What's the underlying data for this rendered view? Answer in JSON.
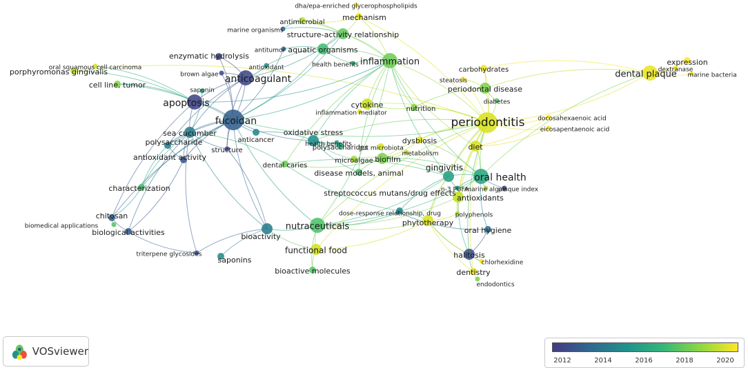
{
  "app": {
    "logo_text": "VOSviewer"
  },
  "legend": {
    "ticks": [
      "2012",
      "2014",
      "2016",
      "2018",
      "2020"
    ]
  },
  "colors": {
    "2012": "#443a83",
    "2013": "#3b528b",
    "2014": "#31688e",
    "2015": "#21918c",
    "2016": "#2fb47c",
    "2017": "#5ec962",
    "2018": "#93d741",
    "2019": "#c8e020",
    "2020": "#fde725",
    "link": "#b8c8d8"
  },
  "nodes": [
    {
      "id": "periodontitis",
      "label": "periodontitis",
      "year": 2019.3,
      "weight": 5
    },
    {
      "id": "fucoidan",
      "label": "fucoidan",
      "year": 2013.7,
      "weight": 5
    },
    {
      "id": "anticoagulant",
      "label": "anticoagulant",
      "year": 2012.6,
      "weight": 4
    },
    {
      "id": "apoptosis",
      "label": "apoptosis",
      "year": 2012.5,
      "weight": 4
    },
    {
      "id": "inflammation",
      "label": "inflammation",
      "year": 2017.3,
      "weight": 4
    },
    {
      "id": "oral_health",
      "label": "oral health",
      "year": 2015.6,
      "weight": 4
    },
    {
      "id": "nutraceuticals",
      "label": "nutraceuticals",
      "year": 2016.7,
      "weight": 4
    },
    {
      "id": "dental_plaque",
      "label": "dental plaque",
      "year": 2019.6,
      "weight": 4
    },
    {
      "id": "gingivitis",
      "label": "gingivitis",
      "year": 2015.4,
      "weight": 3
    },
    {
      "id": "bioactivity",
      "label": "bioactivity",
      "year": 2014.5,
      "weight": 3
    },
    {
      "id": "sea_cucumber",
      "label": "sea cucumber",
      "year": 2014.5,
      "weight": 3
    },
    {
      "id": "structure_activity",
      "label": "structure-activity relationship",
      "year": 2017.1,
      "weight": 3
    },
    {
      "id": "aquatic_organisms",
      "label": "aquatic organisms",
      "year": 2016.4,
      "weight": 3
    },
    {
      "id": "periodontal_disease",
      "label": "periodontal disease",
      "year": 2017.6,
      "weight": 3
    },
    {
      "id": "oxidative_stress",
      "label": "oxidative stress",
      "year": 2015.0,
      "weight": 3
    },
    {
      "id": "functional_food",
      "label": "functional food",
      "year": 2019.2,
      "weight": 3
    },
    {
      "id": "biofilm",
      "label": "biofilm",
      "year": 2017.6,
      "weight": 3
    },
    {
      "id": "cytokine",
      "label": "cytokine",
      "year": 2019.0,
      "weight": 3
    },
    {
      "id": "phytotherapy",
      "label": "phytotherapy",
      "year": 2019.4,
      "weight": 3
    },
    {
      "id": "antioxidants",
      "label": "antioxidants",
      "year": 2018.9,
      "weight": 3
    },
    {
      "id": "halitosis",
      "label": "halitosis",
      "year": 2012.9,
      "weight": 3
    },
    {
      "id": "diet",
      "label": "diet",
      "year": 2019.3,
      "weight": 3
    },
    {
      "id": "polysaccharide",
      "label": "polysaccharide",
      "year": 2014.6,
      "weight": 2
    },
    {
      "id": "antioxidant_activity",
      "label": "antioxidant activity",
      "year": 2013.2,
      "weight": 2
    },
    {
      "id": "mechanism",
      "label": "mechanism",
      "year": 2019.7,
      "weight": 2
    },
    {
      "id": "enzymatic_hydrolysis",
      "label": "enzymatic hydrolysis",
      "year": 2012.5,
      "weight": 2
    },
    {
      "id": "antimicrobial",
      "label": "antimicrobial",
      "year": 2018.5,
      "weight": 2
    },
    {
      "id": "carbohydrates",
      "label": "carbohydrates",
      "year": 2019.8,
      "weight": 2
    },
    {
      "id": "expression",
      "label": "expression",
      "year": 2020.0,
      "weight": 2
    },
    {
      "id": "chitosan",
      "label": "chitosan",
      "year": 2013.8,
      "weight": 2
    },
    {
      "id": "biological_activities",
      "label": "biological activities",
      "year": 2013.5,
      "weight": 2
    },
    {
      "id": "characterization",
      "label": "characterization",
      "year": 2016.5,
      "weight": 2
    },
    {
      "id": "anticancer",
      "label": "anticancer",
      "year": 2014.8,
      "weight": 2
    },
    {
      "id": "dysbiosis",
      "label": "dysbiosis",
      "year": 2019.6,
      "weight": 2
    },
    {
      "id": "polysaccharides",
      "label": "polysaccharides",
      "year": 2015.8,
      "weight": 2
    },
    {
      "id": "disease_models",
      "label": "disease models, animal",
      "year": 2016.6,
      "weight": 2
    },
    {
      "id": "microalgae",
      "label": "microalgae",
      "year": 2018.2,
      "weight": 2
    },
    {
      "id": "gut_microbiota",
      "label": "gut microbiota",
      "year": 2019.3,
      "weight": 2
    },
    {
      "id": "nutrition",
      "label": "nutrition",
      "year": 2017.6,
      "weight": 2
    },
    {
      "id": "dentistry",
      "label": "dentistry",
      "year": 2019.6,
      "weight": 2
    },
    {
      "id": "saponins",
      "label": "saponins",
      "year": 2014.9,
      "weight": 2
    },
    {
      "id": "oral_hygiene",
      "label": "oral hygiene",
      "year": 2014.2,
      "weight": 2
    },
    {
      "id": "streptococcus",
      "label": "streptococcus mutans/drug effects",
      "year": 2014.8,
      "weight": 2
    },
    {
      "id": "dental_caries",
      "label": "dental caries",
      "year": 2017.3,
      "weight": 2
    },
    {
      "id": "cell_line_tumor",
      "label": "cell line, tumor",
      "year": 2017.8,
      "weight": 2
    },
    {
      "id": "porphyromonas",
      "label": "porphyromonas gingivalis",
      "year": 2019.0,
      "weight": 2
    },
    {
      "id": "bioactive_molecules",
      "label": "bioactive molecules",
      "year": 2016.8,
      "weight": 2
    },
    {
      "id": "structure",
      "label": "structure",
      "year": 2012.6,
      "weight": 1
    },
    {
      "id": "dha_epa",
      "label": "dha/epa-enriched glycerophospholipids",
      "year": 2019.8,
      "weight": 1
    },
    {
      "id": "marine_organisms",
      "label": "marine organisms",
      "year": 2013.8,
      "weight": 1
    },
    {
      "id": "antitumor",
      "label": "antitumor",
      "year": 2013.9,
      "weight": 1
    },
    {
      "id": "antioxidant",
      "label": "antioxidant",
      "year": 2015.0,
      "weight": 1
    },
    {
      "id": "health_benefits_top",
      "label": "health benefits",
      "year": 2016.0,
      "weight": 1
    },
    {
      "id": "brown_algae",
      "label": "brown algae",
      "year": 2012.8,
      "weight": 1
    },
    {
      "id": "saponin",
      "label": "saponin",
      "year": 2015.6,
      "weight": 1
    },
    {
      "id": "oral_scc",
      "label": "oral squamous cell carcinoma",
      "year": 2019.2,
      "weight": 1
    },
    {
      "id": "steatosis",
      "label": "steatosis",
      "year": 2019.9,
      "weight": 1
    },
    {
      "id": "diabetes",
      "label": "diabetes",
      "year": 2016.9,
      "weight": 1
    },
    {
      "id": "inflammation_mediator",
      "label": "inflammation mediator",
      "year": 2019.5,
      "weight": 1
    },
    {
      "id": "dha",
      "label": "docosahexaenoic acid",
      "year": 2019.9,
      "weight": 1
    },
    {
      "id": "epa",
      "label": "eicosapentaenoic acid",
      "year": 2019.8,
      "weight": 1
    },
    {
      "id": "dextranase",
      "label": "dextranase",
      "year": 2020.0,
      "weight": 1
    },
    {
      "id": "marine_bacteria",
      "label": "marine bacteria",
      "year": 2019.9,
      "weight": 1
    },
    {
      "id": "health_benefits_mid",
      "label": "health benefits",
      "year": 2015.4,
      "weight": 1
    },
    {
      "id": "metabolism",
      "label": "metabolism",
      "year": 2018.7,
      "weight": 1
    },
    {
      "id": "n3_pufa",
      "label": "n-3 PUFA",
      "year": 2015.3,
      "weight": 1
    },
    {
      "id": "marine_algae",
      "label": "marine algae",
      "year": 2018.3,
      "weight": 1
    },
    {
      "id": "plaque_index",
      "label": "plaque index",
      "year": 2012.7,
      "weight": 1
    },
    {
      "id": "polyphenols",
      "label": "polyphenols",
      "year": 2018.6,
      "weight": 1
    },
    {
      "id": "dose_response",
      "label": "dose-response relationship, drug",
      "year": 2014.6,
      "weight": 1
    },
    {
      "id": "biomedical_applications",
      "label": "biomedical applications",
      "year": 2016.8,
      "weight": 1
    },
    {
      "id": "triterpene_glycosides",
      "label": "triterpene glycosides",
      "year": 2013.0,
      "weight": 1
    },
    {
      "id": "chlorhexidine",
      "label": "chlorhexidine",
      "year": 2019.9,
      "weight": 1
    },
    {
      "id": "endodontics",
      "label": "endodontics",
      "year": 2017.6,
      "weight": 1
    }
  ],
  "edges": [
    [
      "periodontitis",
      "oral_health"
    ],
    [
      "periodontitis",
      "gingivitis"
    ],
    [
      "periodontitis",
      "periodontal_disease"
    ],
    [
      "periodontitis",
      "diet"
    ],
    [
      "periodontitis",
      "inflammation"
    ],
    [
      "periodontitis",
      "dental_plaque"
    ],
    [
      "periodontitis",
      "antioxidants"
    ],
    [
      "periodontitis",
      "phytotherapy"
    ],
    [
      "periodontitis",
      "nutraceuticals"
    ],
    [
      "periodontitis",
      "cytokine"
    ],
    [
      "periodontitis",
      "carbohydrates"
    ],
    [
      "periodontitis",
      "dha"
    ],
    [
      "periodontitis",
      "epa"
    ],
    [
      "periodontitis",
      "functional_food"
    ],
    [
      "periodontitis",
      "dysbiosis"
    ],
    [
      "periodontitis",
      "nutrition"
    ],
    [
      "periodontitis",
      "halitosis"
    ],
    [
      "periodontitis",
      "biofilm"
    ],
    [
      "periodontitis",
      "mechanism"
    ],
    [
      "periodontitis",
      "porphyromonas"
    ],
    [
      "periodontitis",
      "diabetes"
    ],
    [
      "periodontitis",
      "steatosis"
    ],
    [
      "periodontitis",
      "oxidative_stress"
    ],
    [
      "periodontitis",
      "dentistry"
    ],
    [
      "periodontitis",
      "polyphenols"
    ],
    [
      "dental_plaque",
      "expression"
    ],
    [
      "dental_plaque",
      "dextranase"
    ],
    [
      "dental_plaque",
      "marine_bacteria"
    ],
    [
      "dental_plaque",
      "oral_health"
    ],
    [
      "dental_plaque",
      "periodontal_disease"
    ],
    [
      "dental_plaque",
      "carbohydrates"
    ],
    [
      "fucoidan",
      "anticoagulant"
    ],
    [
      "fucoidan",
      "apoptosis"
    ],
    [
      "fucoidan",
      "sea_cucumber"
    ],
    [
      "fucoidan",
      "polysaccharide"
    ],
    [
      "fucoidan",
      "structure"
    ],
    [
      "fucoidan",
      "anticancer"
    ],
    [
      "fucoidan",
      "antioxidant_activity"
    ],
    [
      "fucoidan",
      "bioactivity"
    ],
    [
      "fucoidan",
      "aquatic_organisms"
    ],
    [
      "fucoidan",
      "inflammation"
    ],
    [
      "fucoidan",
      "oxidative_stress"
    ],
    [
      "fucoidan",
      "enzymatic_hydrolysis"
    ],
    [
      "fucoidan",
      "brown_algae"
    ],
    [
      "fucoidan",
      "structure_activity"
    ],
    [
      "fucoidan",
      "antitumor"
    ],
    [
      "fucoidan",
      "periodontitis"
    ],
    [
      "fucoidan",
      "nutraceuticals"
    ],
    [
      "fucoidan",
      "cell_line_tumor"
    ],
    [
      "fucoidan",
      "characterization"
    ],
    [
      "fucoidan",
      "chitosan"
    ],
    [
      "anticoagulant",
      "apoptosis"
    ],
    [
      "anticoagulant",
      "sea_cucumber"
    ],
    [
      "anticoagulant",
      "structure_activity"
    ],
    [
      "anticoagulant",
      "enzymatic_hydrolysis"
    ],
    [
      "anticoagulant",
      "polysaccharide"
    ],
    [
      "anticoagulant",
      "antioxidant"
    ],
    [
      "anticoagulant",
      "brown_algae"
    ],
    [
      "anticoagulant",
      "structure"
    ],
    [
      "apoptosis",
      "sea_cucumber"
    ],
    [
      "apoptosis",
      "cell_line_tumor"
    ],
    [
      "apoptosis",
      "porphyromonas"
    ],
    [
      "apoptosis",
      "inflammation"
    ],
    [
      "apoptosis",
      "oral_scc"
    ],
    [
      "apoptosis",
      "chitosan"
    ],
    [
      "sea_cucumber",
      "polysaccharide"
    ],
    [
      "sea_cucumber",
      "antioxidant_activity"
    ],
    [
      "sea_cucumber",
      "saponin"
    ],
    [
      "sea_cucumber",
      "characterization"
    ],
    [
      "sea_cucumber",
      "bioactivity"
    ],
    [
      "sea_cucumber",
      "biological_activities"
    ],
    [
      "sea_cucumber",
      "triterpene_glycosides"
    ],
    [
      "sea_cucumber",
      "structure"
    ],
    [
      "chitosan",
      "characterization"
    ],
    [
      "chitosan",
      "biological_activities"
    ],
    [
      "chitosan",
      "biomedical_applications"
    ],
    [
      "biological_activities",
      "triterpene_glycosides"
    ],
    [
      "biological_activities",
      "antioxidant_activity"
    ],
    [
      "bioactivity",
      "nutraceuticals"
    ],
    [
      "bioactivity",
      "saponins"
    ],
    [
      "bioactivity",
      "triterpene_glycosides"
    ],
    [
      "bioactivity",
      "functional_food"
    ],
    [
      "bioactivity",
      "structure"
    ],
    [
      "nutraceuticals",
      "functional_food"
    ],
    [
      "nutraceuticals",
      "oral_health"
    ],
    [
      "nutraceuticals",
      "bioactive_molecules"
    ],
    [
      "nutraceuticals",
      "phytotherapy"
    ],
    [
      "nutraceuticals",
      "antioxidants"
    ],
    [
      "nutraceuticals",
      "inflammation"
    ],
    [
      "nutraceuticals",
      "dose_response"
    ],
    [
      "nutraceuticals",
      "gingivitis"
    ],
    [
      "inflammation",
      "structure_activity"
    ],
    [
      "inflammation",
      "aquatic_organisms"
    ],
    [
      "inflammation",
      "cytokine"
    ],
    [
      "inflammation",
      "oxidative_stress"
    ],
    [
      "inflammation",
      "oral_health"
    ],
    [
      "inflammation",
      "mechanism"
    ],
    [
      "inflammation",
      "health_benefits_top"
    ],
    [
      "inflammation",
      "nutrition"
    ],
    [
      "inflammation",
      "diet"
    ],
    [
      "inflammation",
      "dental_caries"
    ],
    [
      "inflammation",
      "antimicrobial"
    ],
    [
      "inflammation",
      "disease_models"
    ],
    [
      "inflammation",
      "gingivitis"
    ],
    [
      "structure_activity",
      "aquatic_organisms"
    ],
    [
      "structure_activity",
      "antimicrobial"
    ],
    [
      "structure_activity",
      "marine_organisms"
    ],
    [
      "structure_activity",
      "mechanism"
    ],
    [
      "aquatic_organisms",
      "antitumor"
    ],
    [
      "aquatic_organisms",
      "antioxidant"
    ],
    [
      "aquatic_organisms",
      "health_benefits_top"
    ],
    [
      "mechanism",
      "dha_epa"
    ],
    [
      "oral_health",
      "gingivitis"
    ],
    [
      "oral_health",
      "antioxidants"
    ],
    [
      "oral_health",
      "diet"
    ],
    [
      "oral_health",
      "plaque_index"
    ],
    [
      "oral_health",
      "marine_algae"
    ],
    [
      "oral_health",
      "n3_pufa"
    ],
    [
      "oral_health",
      "oral_hygiene"
    ],
    [
      "oral_health",
      "biofilm"
    ],
    [
      "oral_health",
      "dysbiosis"
    ],
    [
      "gingivitis",
      "n3_pufa"
    ],
    [
      "gingivitis",
      "streptococcus"
    ],
    [
      "gingivitis",
      "biofilm"
    ],
    [
      "gingivitis",
      "dental_caries"
    ],
    [
      "gingivitis",
      "phytotherapy"
    ],
    [
      "phytotherapy",
      "halitosis"
    ],
    [
      "phytotherapy",
      "dentistry"
    ],
    [
      "phytotherapy",
      "polyphenols"
    ],
    [
      "phytotherapy",
      "dose_response"
    ],
    [
      "phytotherapy",
      "chlorhexidine"
    ],
    [
      "halitosis",
      "dentistry"
    ],
    [
      "halitosis",
      "chlorhexidine"
    ],
    [
      "halitosis",
      "oral_hygiene"
    ],
    [
      "dentistry",
      "endodontics"
    ],
    [
      "antioxidants",
      "polyphenols"
    ],
    [
      "antioxidants",
      "halitosis"
    ],
    [
      "biofilm",
      "dysbiosis"
    ],
    [
      "biofilm",
      "microalgae"
    ],
    [
      "biofilm",
      "gut_microbiota"
    ],
    [
      "biofilm",
      "metabolism"
    ],
    [
      "biofilm",
      "disease_models"
    ],
    [
      "oxidative_stress",
      "polysaccharides"
    ],
    [
      "oxidative_stress",
      "health_benefits_mid"
    ],
    [
      "oxidative_stress",
      "microalgae"
    ],
    [
      "oxidative_stress",
      "disease_models"
    ],
    [
      "oxidative_stress",
      "anticancer"
    ],
    [
      "periodontal_disease",
      "carbohydrates"
    ],
    [
      "periodontal_disease",
      "steatosis"
    ],
    [
      "periodontal_disease",
      "diabetes"
    ],
    [
      "periodontal_disease",
      "nutrition"
    ],
    [
      "cytokine",
      "inflammation_mediator"
    ],
    [
      "cytokine",
      "nutrition"
    ],
    [
      "diet",
      "antioxidants"
    ],
    [
      "diet",
      "dha"
    ],
    [
      "diet",
      "epa"
    ],
    [
      "antimicrobial",
      "mechanism"
    ],
    [
      "antimicrobial",
      "marine_organisms"
    ],
    [
      "polysaccharide",
      "characterization"
    ],
    [
      "polysaccharide",
      "antioxidant_activity"
    ],
    [
      "dental_caries",
      "streptococcus"
    ],
    [
      "dental_caries",
      "biofilm"
    ],
    [
      "dental_caries",
      "sea_cucumber"
    ],
    [
      "functional_food",
      "bioactive_molecules"
    ],
    [
      "functional_food",
      "phytotherapy"
    ],
    [
      "dose_response",
      "streptococcus"
    ],
    [
      "dose_response",
      "oral_hygiene"
    ]
  ]
}
